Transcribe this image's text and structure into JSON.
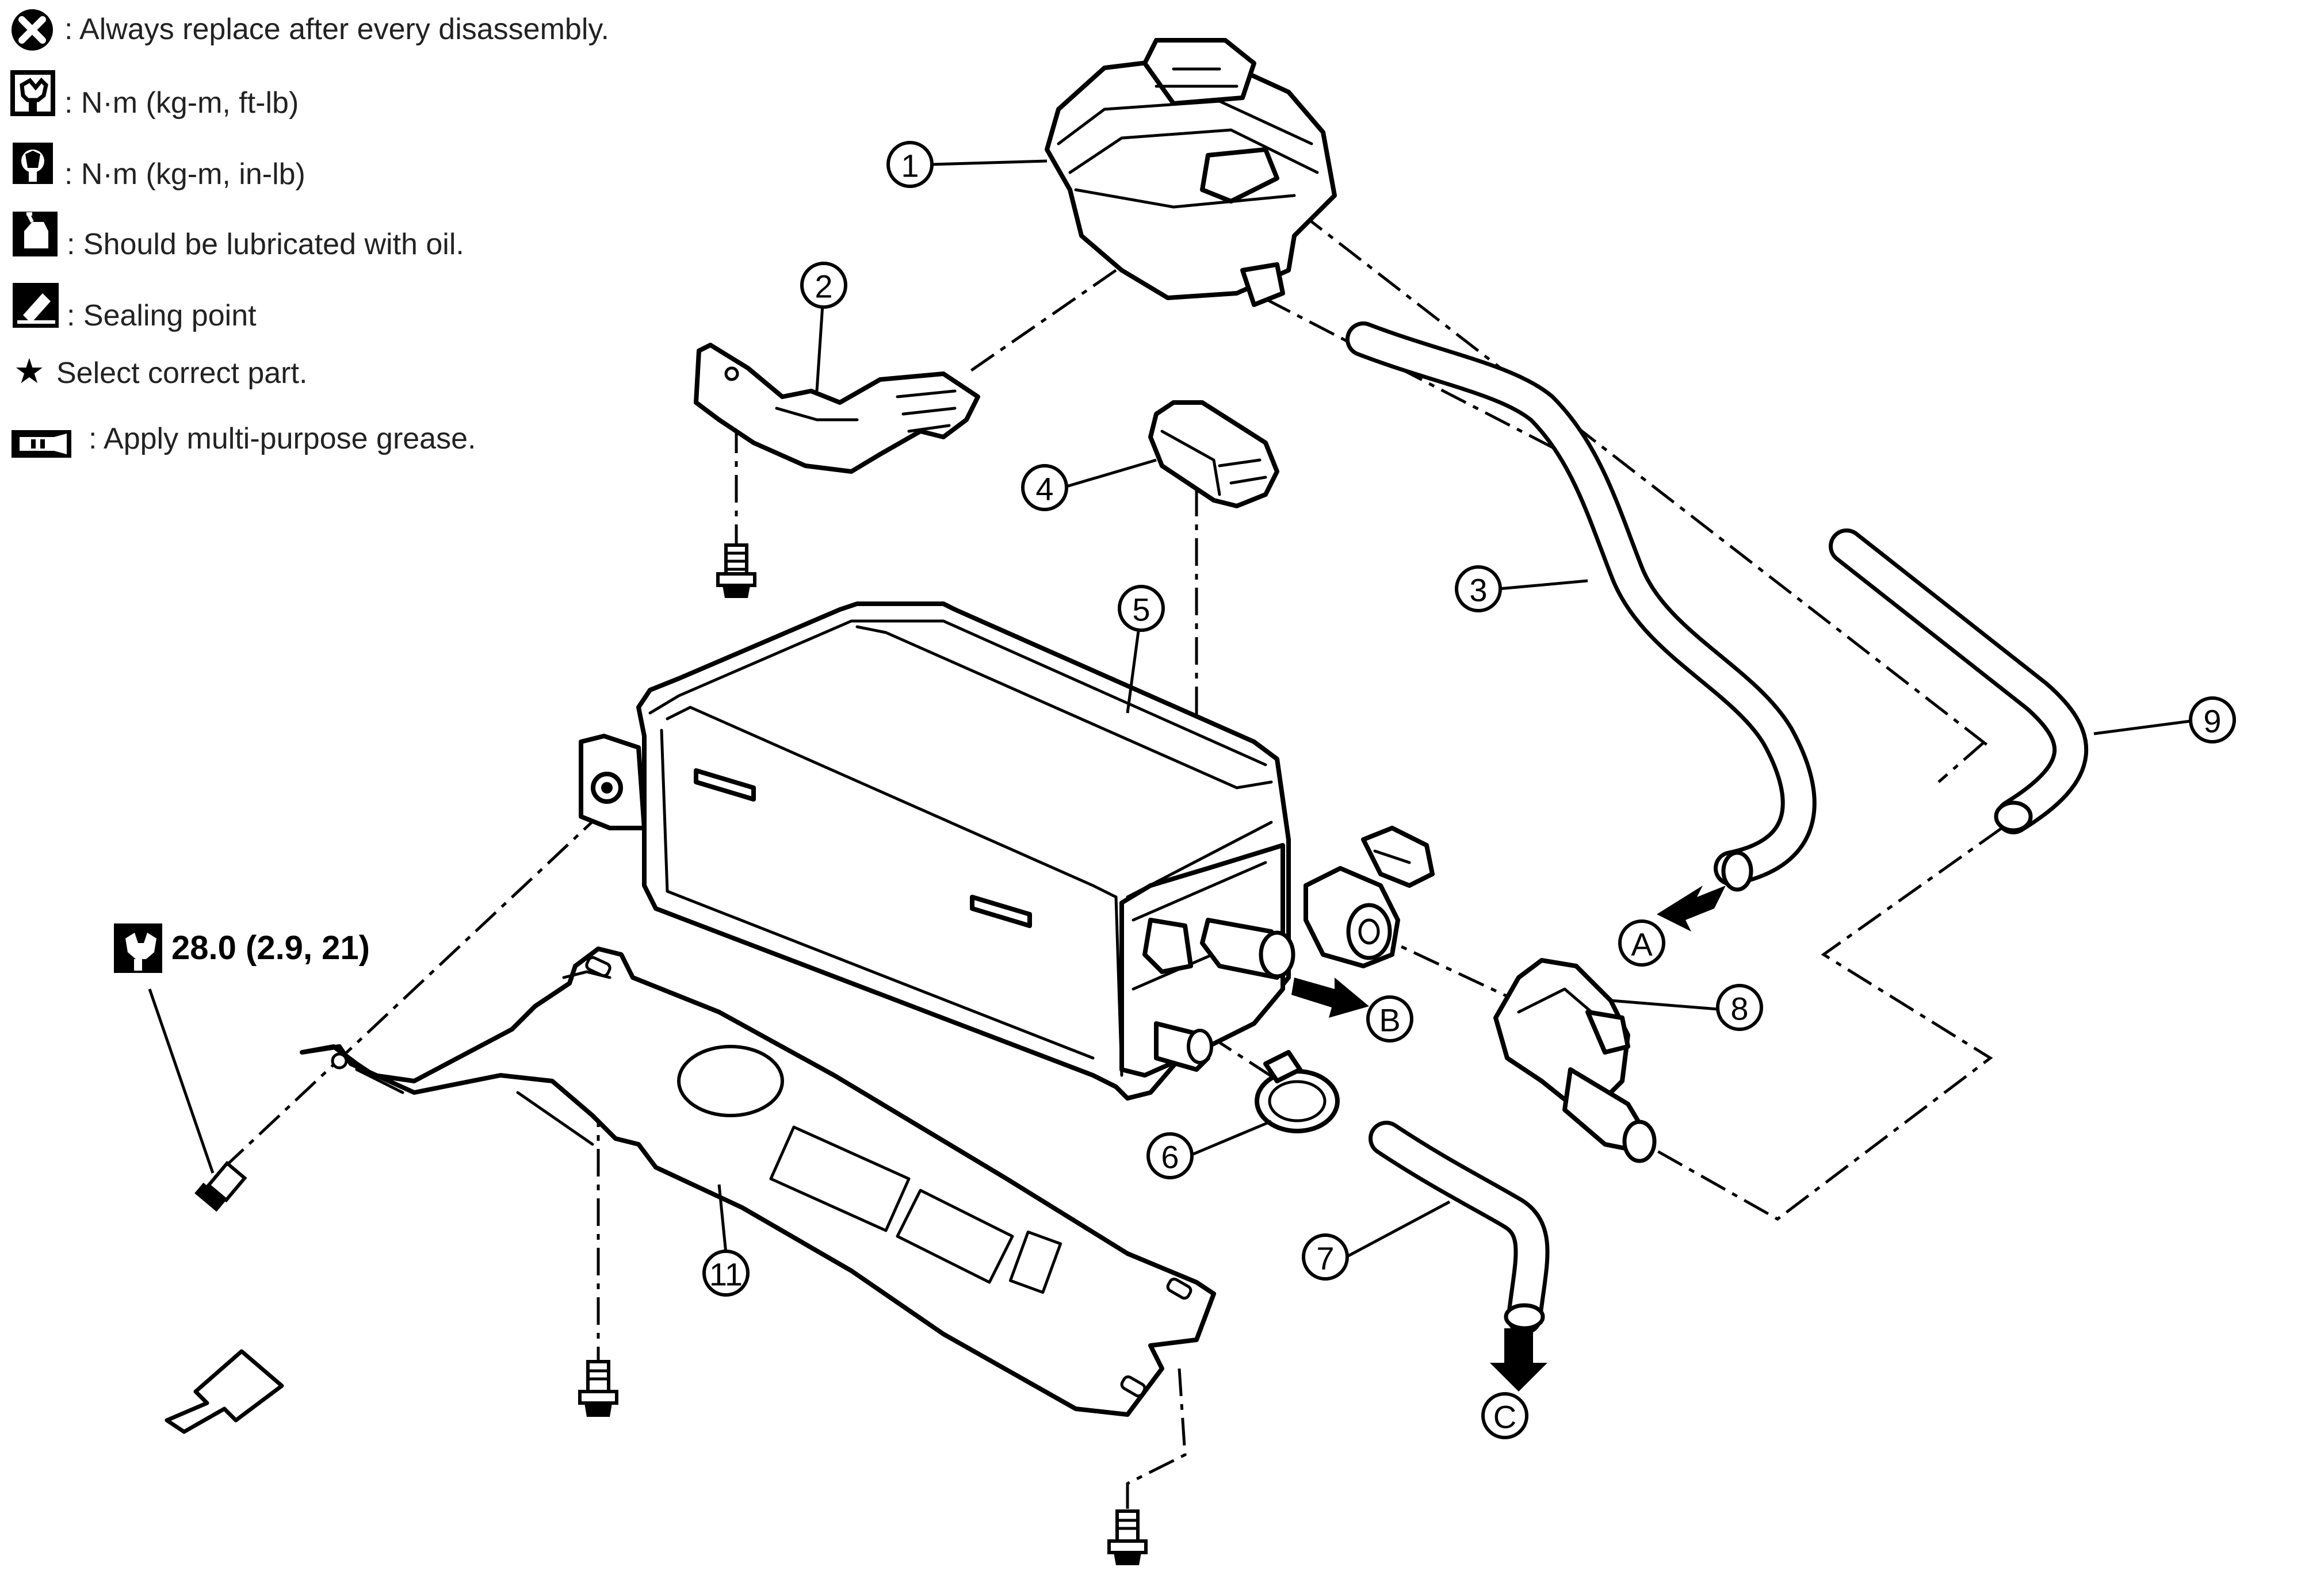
{
  "legend": [
    {
      "icon": "circle-x-icon",
      "text": ": Always replace after every disassembly."
    },
    {
      "icon": "torque-wrench-ftlb-icon",
      "text": ": N·m (kg-m, ft-lb)"
    },
    {
      "icon": "torque-wrench-inlb-icon",
      "text": ": N·m (kg-m, in-lb)"
    },
    {
      "icon": "oil-can-icon",
      "text": ": Should be lubricated with oil."
    },
    {
      "icon": "sealing-point-icon",
      "text": ": Sealing point"
    },
    {
      "icon": "star-icon",
      "text": "Select correct part."
    },
    {
      "icon": "grease-gun-icon",
      "text": ": Apply multi-purpose grease."
    }
  ],
  "star_symbol": "★",
  "torque_spec": {
    "icon": "torque-wrench-ftlb-icon",
    "value": "28.0 (2.9, 21)"
  },
  "callouts": [
    "1",
    "2",
    "3",
    "4",
    "5",
    "6",
    "7",
    "8",
    "9",
    "11"
  ],
  "connection_points": [
    "A",
    "B",
    "C"
  ],
  "front_arrow": {
    "icon": "front-direction-arrow-icon"
  }
}
